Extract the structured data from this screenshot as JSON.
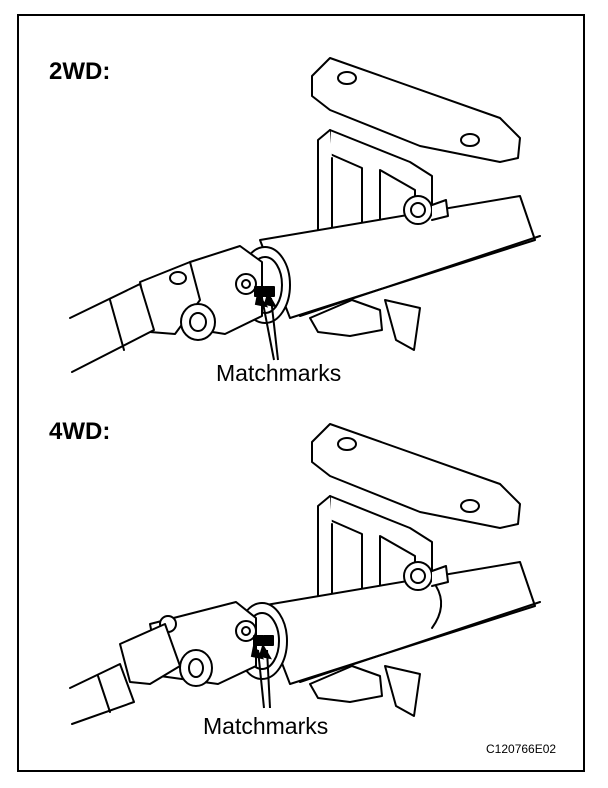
{
  "figure": {
    "code": "C120766E02",
    "panels": [
      {
        "heading": "2WD:",
        "callout": "Matchmarks"
      },
      {
        "heading": "4WD:",
        "callout": "Matchmarks"
      }
    ]
  }
}
